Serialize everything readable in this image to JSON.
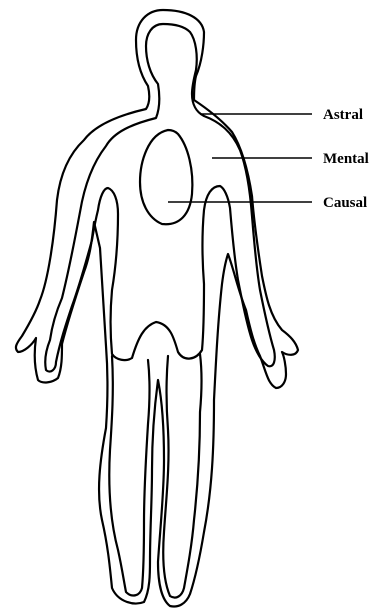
{
  "labels": {
    "astral": "Astral",
    "mental": "Mental",
    "causal": "Causal"
  },
  "colors": {
    "ink": "#000000",
    "background": "#ffffff"
  }
}
